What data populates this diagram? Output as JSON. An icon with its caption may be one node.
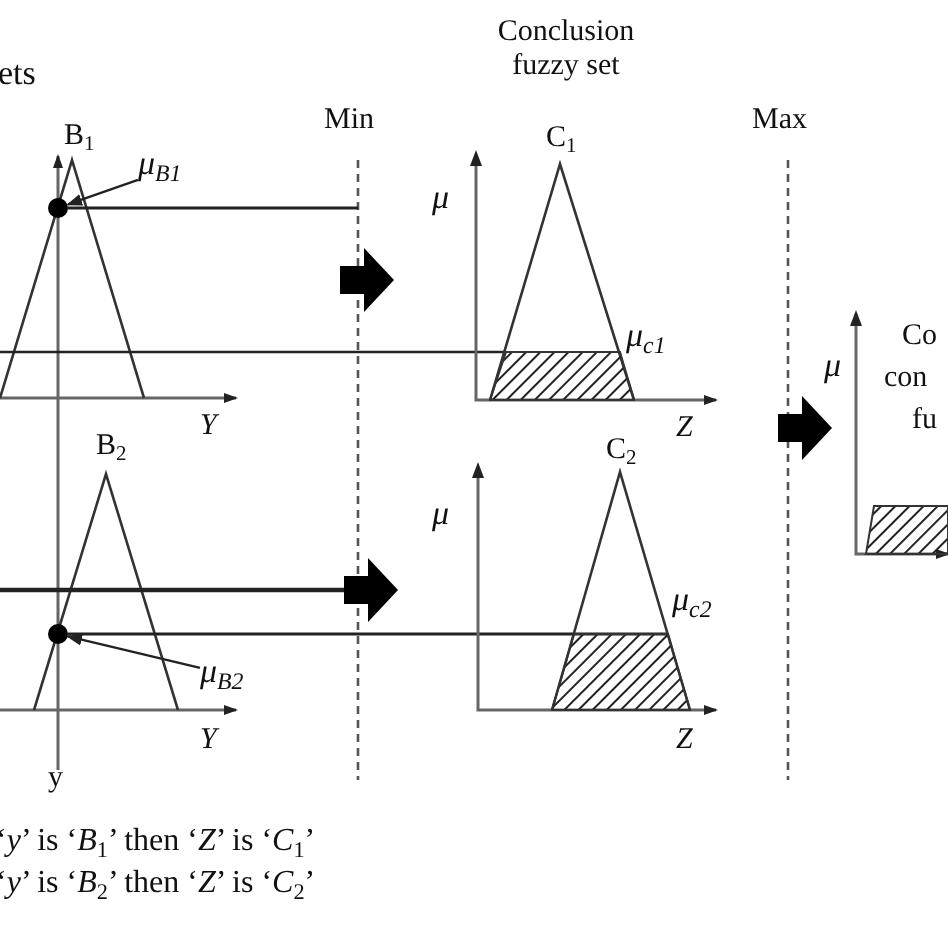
{
  "diagram": {
    "nodes": [
      {
        "text": [
          "μ$_{B1}$"
        ]
      },
      {
        "text": [],
        "shape": "circle"
      },
      {
        "text": [],
        "shape": "circle"
      },
      {
        "text": [
          "μ$_{B2}$"
        ]
      }
    ],
    "edges": [
      {
        "from": 0,
        "to": 1,
        "arrow": "to"
      },
      {
        "from": 3,
        "to": 2,
        "arrow": "to"
      }
    ],
    "labels": [
      "ets",
      "Conclusion fuzzy set",
      "Min",
      "Max",
      "B$_{1}$",
      "C$_{1}$",
      "μ",
      "μ$_{c1}$",
      "Co",
      "μ",
      "con",
      "Y",
      "Z",
      "fu",
      "B$_{2}$",
      "C$_{2}$",
      "μ",
      "μ$_{c2}$",
      "Y",
      "Z",
      "y",
      "‘*y*’ is ‘*B*$_{1}$’ then ‘*Z*’ is ‘*C*$_{1}$’",
      "‘*y*’ is ‘*B*$_{2}$’ then ‘*Z*’ is ‘*C*$_{2}$’"
    ]
  }
}
